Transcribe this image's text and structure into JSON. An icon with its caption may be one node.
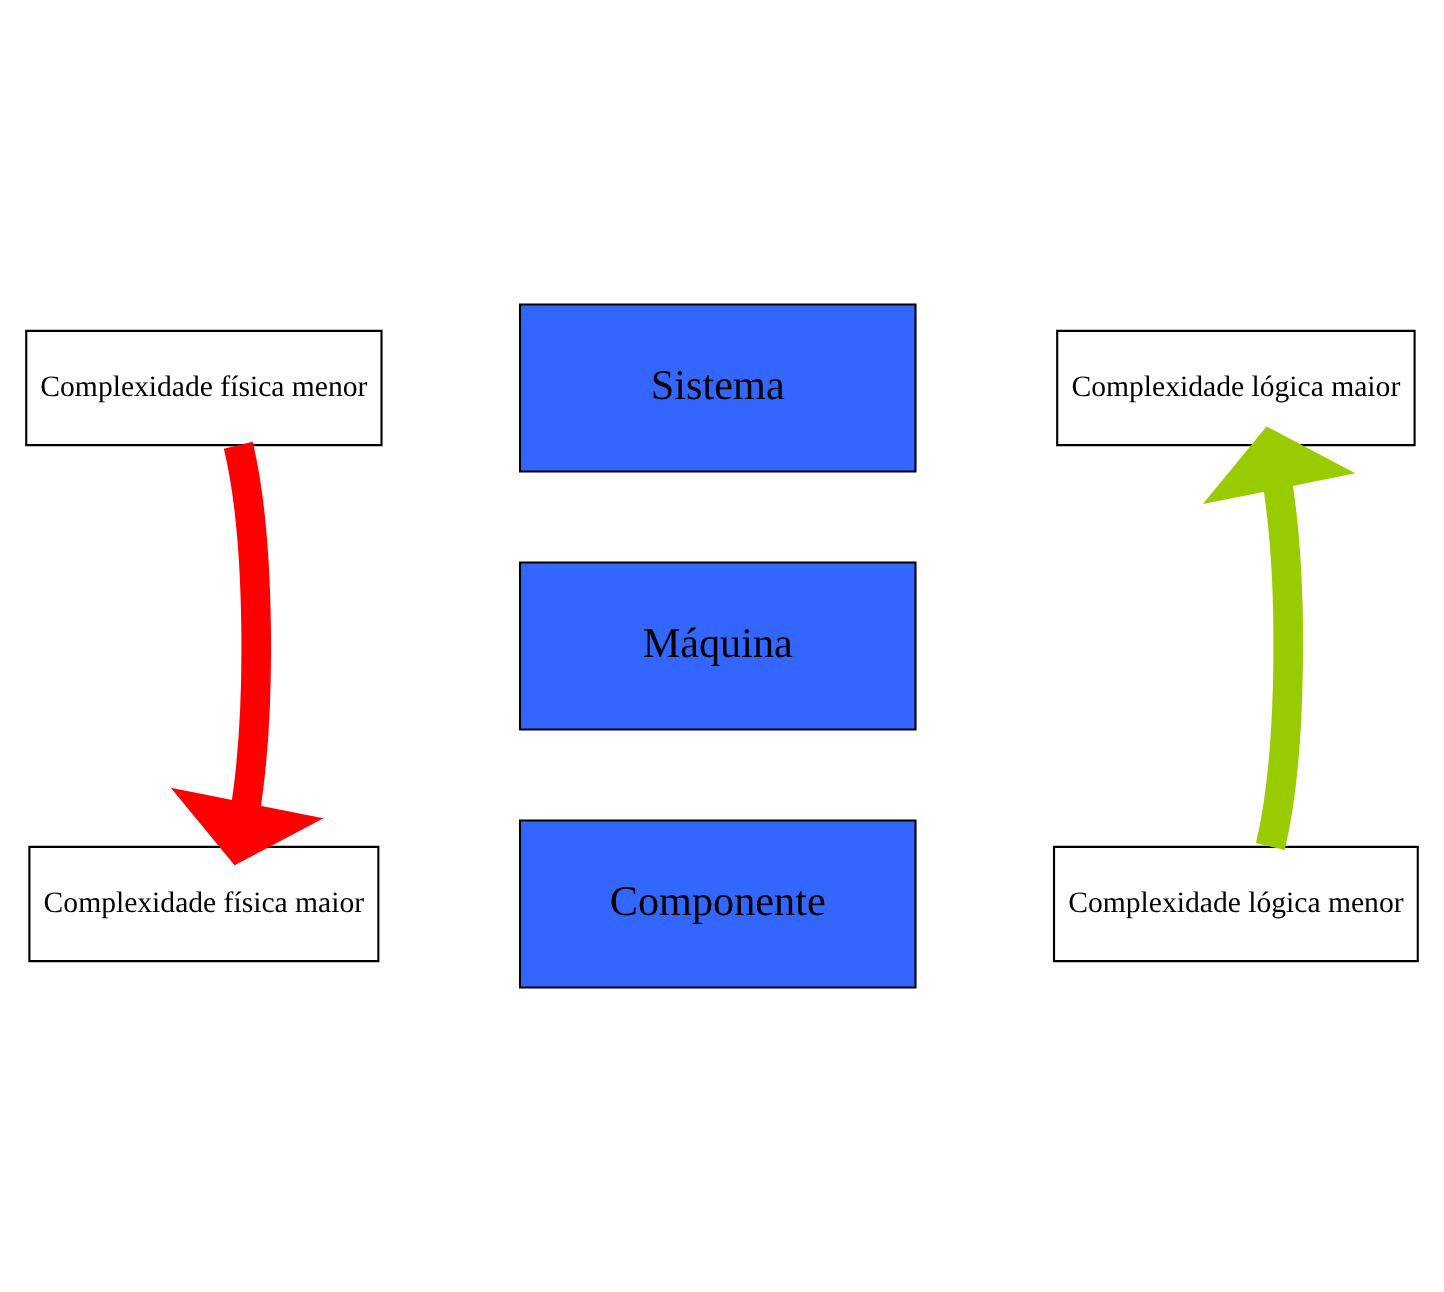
{
  "diagram": {
    "nodes": [
      {
        "text": [
          "Complexidade física menor"
        ]
      },
      {
        "text": [
          "Complexidade física maior"
        ]
      },
      {
        "text": [
          "Sistema"
        ]
      },
      {
        "text": [
          "Máquina"
        ]
      },
      {
        "text": [
          "Componente"
        ]
      },
      {
        "text": [
          "Complexidade lógica maior"
        ]
      },
      {
        "text": [
          "Complexidade lógica menor"
        ]
      }
    ],
    "edges": [
      {
        "from": 0,
        "to": 1,
        "arrow": "to",
        "color": "#ff0000"
      },
      {
        "from": 6,
        "to": 5,
        "arrow": "to",
        "color": "#99cc00"
      }
    ]
  }
}
